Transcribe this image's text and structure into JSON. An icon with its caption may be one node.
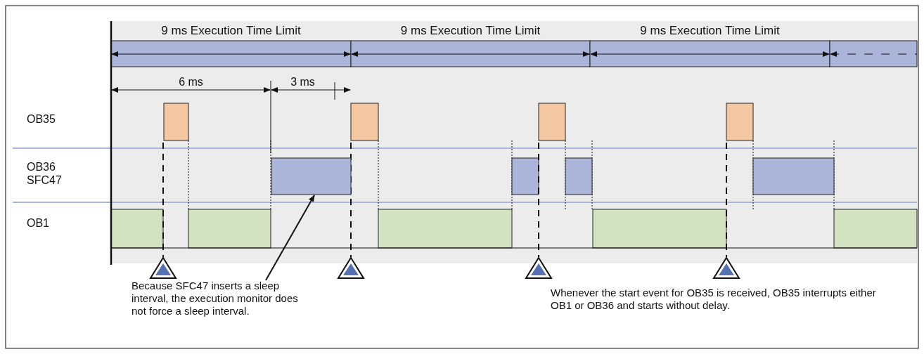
{
  "diagram": {
    "nodes": [
      {
        "text": [
          "Because SFC47 inserts a sleep interval, the execution monitor does not force a sleep interval."
        ]
      },
      {
        "text": [],
        "shape": "box"
      }
    ],
    "edges": [
      {
        "from": 0,
        "to": 1,
        "arrow": "to"
      }
    ],
    "labels": [
      "9 ms Execution Time Limit",
      "9 ms Execution Time Limit",
      "9 ms Execution Time Limit",
      "6 ms",
      "3 ms",
      "OB35",
      "OB36 SFC47",
      "OB1",
      "Whenever the start event for OB35 is received, OB35 interrupts either OB1 or OB36 and starts without delay."
    ]
  }
}
